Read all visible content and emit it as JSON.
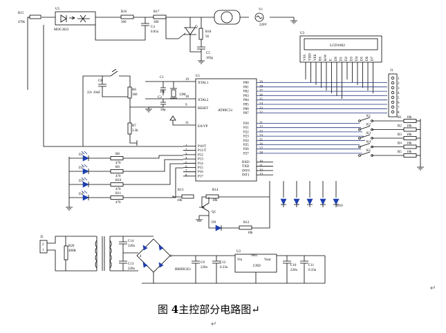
{
  "caption": {
    "prefix": "图",
    "number": "4",
    "text": "主控部分电路图",
    "return_mark": "↵"
  },
  "end_marks": [
    "↵",
    "↵"
  ],
  "labels": {
    "R15": "R15",
    "R15v": "470k",
    "U5": "U5",
    "U5v": "MOC3023",
    "R16": "R16",
    "R16v": "360",
    "R17": "R17",
    "R17v": "360",
    "C4": "C4",
    "C4v": "0.05u",
    "Q": "Q",
    "R18": "R18",
    "R18v": "56",
    "C5": "C5",
    "C5v": "103p",
    "V1": "V1",
    "V1v": "220V",
    "U3": "U3",
    "LCD": "LCD1602",
    "lcdpins": [
      "VSS",
      "VDD",
      "VEE",
      "RS",
      "R/W",
      "E",
      "D0",
      "D1",
      "D2",
      "D3",
      "D4",
      "D5",
      "D6",
      "D7"
    ],
    "U1": "U1",
    "XTAL1": "XTAL1",
    "XTAL2": "XTAL2",
    "RESET": "RESET",
    "EAVP": "EA/VP",
    "MCU": "AT89C51",
    "p0": [
      "P00",
      "P01",
      "P02",
      "P03",
      "P04",
      "P05",
      "P06",
      "P07"
    ],
    "p0n": [
      "39",
      "38",
      "37",
      "36",
      "35",
      "34",
      "33",
      "32"
    ],
    "p2": [
      "P20",
      "P21",
      "P22",
      "P23",
      "P24",
      "P25",
      "P26",
      "P27"
    ],
    "p2n": [
      "21",
      "22",
      "23",
      "24",
      "25",
      "26",
      "27",
      "28"
    ],
    "p1": [
      "P10/T",
      "P11/T",
      "P12",
      "P13",
      "P14",
      "P15",
      "P16",
      "P17"
    ],
    "p1n": [
      "1",
      "2",
      "3",
      "4",
      "5",
      "6",
      "7",
      "8"
    ],
    "p3": [
      "RXD",
      "TXD",
      "INT0",
      "INT1"
    ],
    "p3n": [
      "10",
      "11",
      "12",
      "13"
    ],
    "pin19": "19",
    "pin18": "18",
    "pin9": "9",
    "pin31": "31",
    "C1": "C1",
    "C1v": "30p",
    "C2": "C2",
    "C2v": "30p",
    "X1": "12M",
    "C8": "C8",
    "C8v": "22v 10uF",
    "R6": "R6",
    "R6v": "360",
    "R7": "R7",
    "R7v": "3.3k",
    "leds": [
      "D1",
      "D2",
      "D3",
      "D4"
    ],
    "ledR": [
      "R8",
      "R9",
      "R10",
      "R11"
    ],
    "ledRv": [
      "470",
      "470",
      "470",
      "470"
    ],
    "J1": "J1",
    "keys": [
      "K1",
      "K2",
      "K3",
      "K4",
      "K5"
    ],
    "keyR": [
      "R1",
      "R2",
      "R3",
      "R4",
      "R5"
    ],
    "keyRv": [
      "10k",
      "10k",
      "10k",
      "10k",
      "10k"
    ],
    "R13": "R13",
    "R13v": "10k",
    "R14": "R14",
    "R14v": "10k",
    "Q1": "Q1",
    "D9": "D9",
    "R12": "R12",
    "R12v": "10k",
    "D10": "D10",
    "J2": "J2",
    "R20": "R20",
    "R20v": "400K",
    "C14": "C14",
    "C14v": "220u",
    "C13": "C13",
    "C13v": "220u",
    "BR": "BRIDGE1",
    "C9": "C9",
    "C9v": "220u",
    "C12": "C12",
    "C12v": "0.33u",
    "U2": "U2",
    "REG": "7805",
    "Vin": "Vin",
    "Vout": "Vout",
    "GND": "GND",
    "C10": "C10",
    "C10v": "220u",
    "C11": "C11",
    "C11v": "0.33u"
  }
}
